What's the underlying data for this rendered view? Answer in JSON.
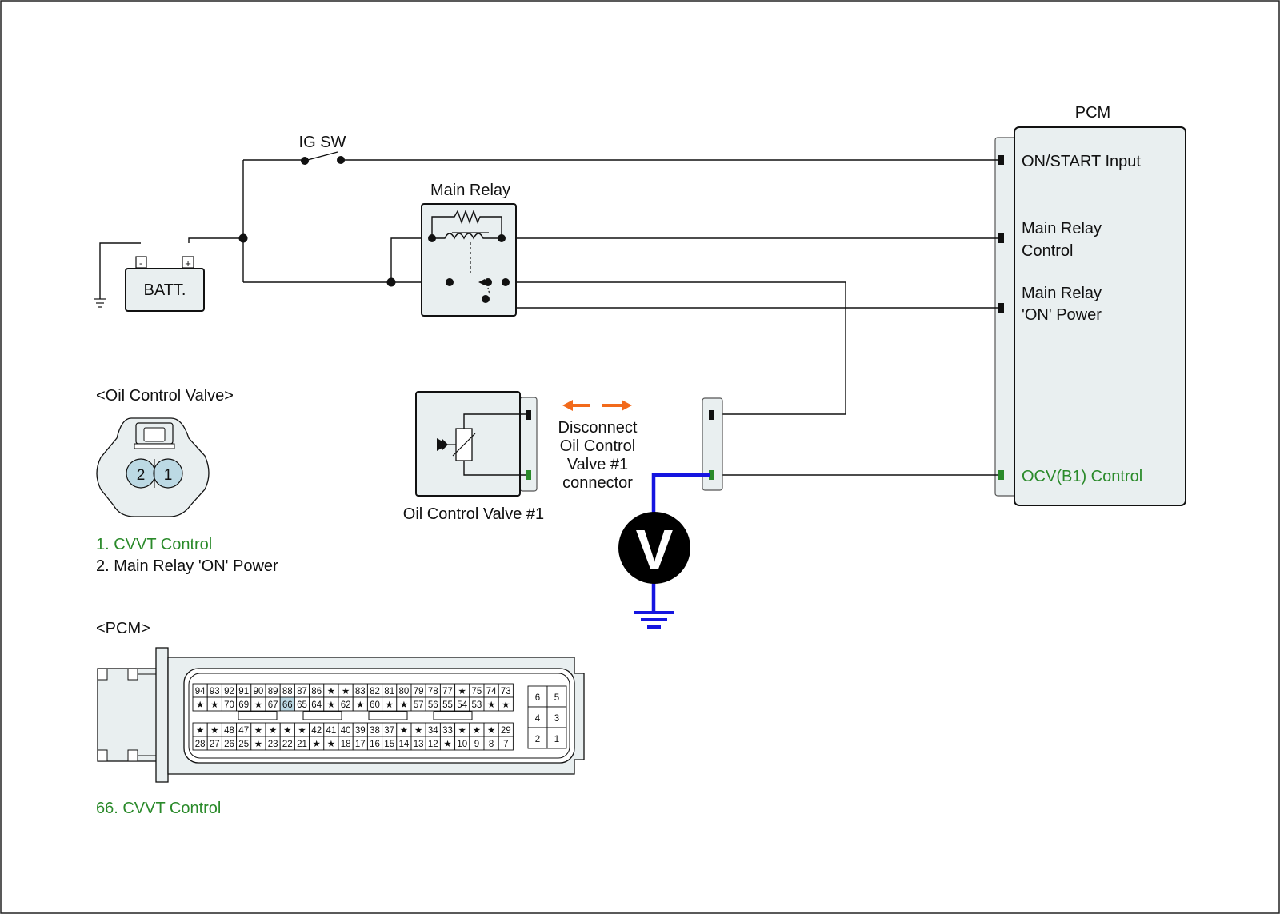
{
  "diagram": {
    "pcm_title": "PCM",
    "pcm_pins": [
      "ON/START Input",
      "Main Relay",
      "Control",
      "Main Relay",
      "'ON' Power",
      "OCV(B1) Control"
    ],
    "ig_sw": "IG SW",
    "main_relay": "Main Relay",
    "battery": "BATT.",
    "battery_neg": "-",
    "battery_pos": "+",
    "ocv_component": "Oil Control Valve #1",
    "disconnect_note": [
      "Disconnect",
      "Oil Control",
      "Valve #1",
      "connector"
    ],
    "voltmeter": "V",
    "ocv_connector_title": "<Oil Control Valve>",
    "ocv_pins": [
      "2",
      "1"
    ],
    "ocv_legend": [
      "1. CVVT Control",
      "2. Main Relay 'ON' Power"
    ],
    "pcm_connector_title": "<PCM>",
    "pcm_connector_legend": "66. CVVT Control",
    "pcm_connector_rows": [
      [
        "94",
        "93",
        "92",
        "91",
        "90",
        "89",
        "88",
        "87",
        "86",
        "★",
        "★",
        "83",
        "82",
        "81",
        "80",
        "79",
        "78",
        "77",
        "★",
        "75",
        "74",
        "73"
      ],
      [
        "★",
        "★",
        "70",
        "69",
        "★",
        "67",
        "66",
        "65",
        "64",
        "★",
        "62",
        "★",
        "60",
        "★",
        "★",
        "57",
        "56",
        "55",
        "54",
        "53",
        "★",
        "★"
      ],
      [
        "★",
        "★",
        "48",
        "47",
        "★",
        "★",
        "★",
        "★",
        "42",
        "41",
        "40",
        "39",
        "38",
        "37",
        "★",
        "★",
        "34",
        "33",
        "★",
        "★",
        "★",
        "29"
      ],
      [
        "28",
        "27",
        "26",
        "25",
        "★",
        "23",
        "22",
        "21",
        "★",
        "★",
        "18",
        "17",
        "16",
        "15",
        "14",
        "13",
        "12",
        "★",
        "10",
        "9",
        "8",
        "7"
      ]
    ],
    "pcm_connector_small": [
      "6",
      "5",
      "4",
      "3",
      "2",
      "1"
    ],
    "colors": {
      "signal": "#2a8a2a",
      "meter_lead": "#1515e0",
      "arrow": "#f26a1b",
      "box_fill": "#e9eff0",
      "pin_highlight": "#bcd9e4"
    }
  }
}
